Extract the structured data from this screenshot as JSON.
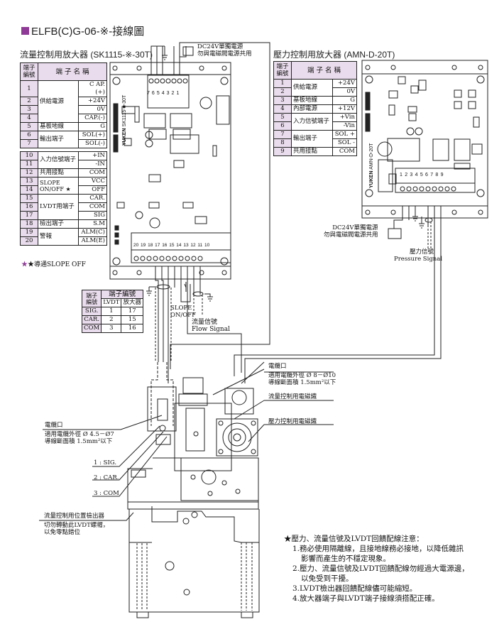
{
  "page": {
    "title": "ELFB(C)G-06-※-接線圖",
    "title_marker_color": "#8e3a96",
    "table_header_color": "#e9dcec"
  },
  "flow_amp": {
    "heading": "流量控制用放大器 (SK1115-※-30T)",
    "header": {
      "no": "端子編號",
      "name": "端 子 名 稱"
    },
    "groups": [
      {
        "label": "",
        "rows": [
          {
            "no": "1",
            "signal": "C AP.(+)"
          }
        ]
      },
      {
        "label": "供給電源",
        "rows": [
          {
            "no": "2",
            "signal": "+24V"
          },
          {
            "no": "3",
            "signal": "0V"
          },
          {
            "no": "4",
            "signal": "CAP.(-)"
          }
        ]
      },
      {
        "label": "基板地線",
        "rows": [
          {
            "no": "5",
            "signal": "G"
          }
        ]
      },
      {
        "label": "輸出端子",
        "rows": [
          {
            "no": "6",
            "signal": "SOL(+)"
          },
          {
            "no": "7",
            "signal": "SOL(-)"
          }
        ]
      },
      {
        "label": "入力信號端子",
        "rows": [
          {
            "no": "10",
            "signal": "+IN"
          },
          {
            "no": "11",
            "signal": "-IN"
          }
        ]
      },
      {
        "label": "共用接點",
        "rows": [
          {
            "no": "12",
            "signal": "COM"
          }
        ]
      },
      {
        "label": "SLOPE ON/OFF ★",
        "rows": [
          {
            "no": "13",
            "signal": "VCC"
          },
          {
            "no": "14",
            "signal": "OFF"
          }
        ]
      },
      {
        "label": "LVDT用端子",
        "rows": [
          {
            "no": "15",
            "signal": "CAR."
          },
          {
            "no": "16",
            "signal": "COM"
          },
          {
            "no": "17",
            "signal": "SIG"
          }
        ]
      },
      {
        "label": "檢出端子",
        "rows": [
          {
            "no": "18",
            "signal": "S.M"
          }
        ]
      },
      {
        "label": "警報",
        "rows": [
          {
            "no": "19",
            "signal": "ALM(C)"
          },
          {
            "no": "20",
            "signal": "ALM(E)"
          }
        ]
      }
    ],
    "footnote": "★導通SLOPE OFF",
    "board_model": "SK1115-■-30T",
    "board_brand": "YUKEN",
    "top_terminals": [
      "7",
      "6",
      "5",
      "4",
      "3",
      "2",
      "1"
    ],
    "bottom_terminals": [
      "20",
      "19",
      "18",
      "17",
      "16",
      "15",
      "14",
      "13",
      "12",
      "11",
      "10"
    ],
    "power_note": [
      "DC24V單獨電源",
      "勿與電磁閥電源共用"
    ]
  },
  "pressure_amp": {
    "heading": "壓力控制用放大器 (AMN-D-20T)",
    "header": {
      "no": "端子編號",
      "name": "端 子 名 稱"
    },
    "groups": [
      {
        "label": "供給電源",
        "rows": [
          {
            "no": "1",
            "signal": "+24V"
          },
          {
            "no": "2",
            "signal": "0V"
          }
        ]
      },
      {
        "label": "基板地線",
        "rows": [
          {
            "no": "3",
            "signal": "G"
          }
        ]
      },
      {
        "label": "內部電源",
        "rows": [
          {
            "no": "4",
            "signal": "+12V"
          }
        ]
      },
      {
        "label": "入力信號端子",
        "rows": [
          {
            "no": "5",
            "signal": "+Vin"
          },
          {
            "no": "6",
            "signal": "-Vin"
          }
        ]
      },
      {
        "label": "輸出端子",
        "rows": [
          {
            "no": "7",
            "signal": "SOL +"
          },
          {
            "no": "8",
            "signal": "SOL -"
          }
        ]
      },
      {
        "label": "共用接點",
        "rows": [
          {
            "no": "9",
            "signal": "COM"
          }
        ]
      }
    ],
    "board_model": "AMN-D-20T",
    "board_brand": "YUKEN",
    "terminals": [
      "1",
      "2",
      "3",
      "4",
      "5",
      "6",
      "7",
      "8",
      "9"
    ],
    "power_note": [
      "DC24V單獨電源",
      "勿與電磁閥電源共用"
    ],
    "signal_label": [
      "壓力信號",
      "Pressure Signal"
    ]
  },
  "lvdt_table": {
    "header": {
      "col0": "端子編號",
      "group": "端子編號",
      "lvdt": "LVDT",
      "amp": "放大器"
    },
    "rows": [
      {
        "name": "SIG.",
        "lvdt": "1",
        "amp": "17"
      },
      {
        "name": "CAR.",
        "lvdt": "2",
        "amp": "15"
      },
      {
        "name": "COM",
        "lvdt": "3",
        "amp": "16"
      }
    ]
  },
  "wiring_labels": {
    "slope": [
      "SLOPE",
      "ON/OFF"
    ],
    "flow_signal": [
      "流量信號",
      "Flow Signal"
    ]
  },
  "callouts": {
    "cable_port_right": {
      "title": "電纜口",
      "lines": [
        "適用電纜外徑 Ø 8－Ø10",
        "導線斷面積 1.5mm²以下"
      ]
    },
    "flow_solenoid": "流量控制用電磁鐵",
    "pressure_solenoid": "壓力控制用電磁鐵",
    "cable_port_left": {
      "title": "電纜口",
      "lines": [
        "適用電纜外徑 Ø 4.5－Ø7",
        "導線斷面積 1.5mm²以下"
      ]
    },
    "pins": [
      "1 : SIG.",
      "2 : CAR.",
      "3 : COM"
    ],
    "lvdt_detector": {
      "title": "流量控制用位置檢出器",
      "lines": [
        "切勿轉動此LVDT螺帽，",
        "以免零點錯位"
      ]
    }
  },
  "notes": {
    "heading": "★壓力、流量信號及LVDT回饋配線注意：",
    "items": [
      "1.務必使用隔離線，且接地線務必接地，以降低雜訊",
      "   影響而產生的不穩定現象。",
      "2.壓力、流量信號及LVDT回饋配線勿經過大電源邊，",
      "   以免受到干擾。",
      "3.LVDT檢出器回饋配線儘可能縮短。",
      "4.放大器端子與LVDT端子接線須搭配正確。"
    ]
  }
}
